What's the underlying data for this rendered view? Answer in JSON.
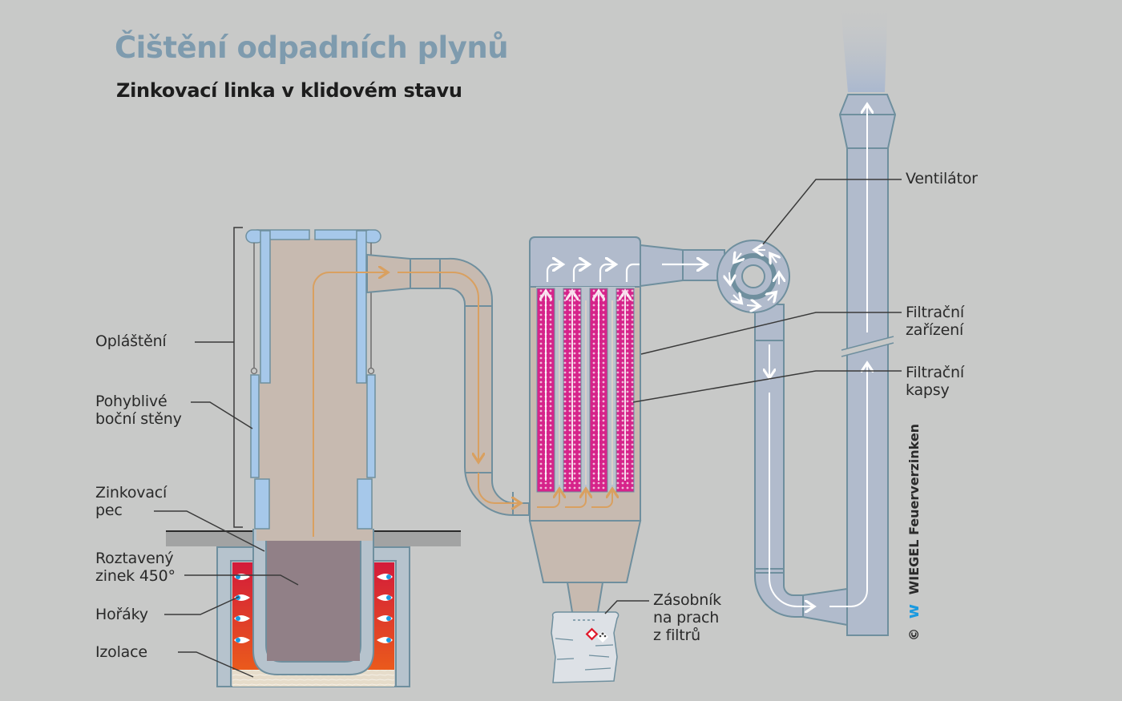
{
  "header": {
    "title": "Čištění odpadních plynů",
    "subtitle": "Zinkovací linka v klidovém stavu"
  },
  "labels": {
    "oplasteni": "Opláštění",
    "pohyblive_steny": "Pohyblivé\nboční stěny",
    "zinkovaci_pec": "Zinkovací\npec",
    "roztaveny_zinek": "Roztavený\nzinek 450°",
    "horaky": "Hořáky",
    "izolace": "Izolace",
    "zasobnik": "Zásobník\nna prach\nz filtrů",
    "ventilator": "Ventilátor",
    "filtracni_zarizeni": "Filtrační\nzařízení",
    "filtracni_kapsy": "Filtrační\nkapsy"
  },
  "copyright": {
    "symbol": "©",
    "logo": "w",
    "text": "WIEGEL Feuerverzinken"
  },
  "colors": {
    "background": "#c8c9c8",
    "title": "#7e9bae",
    "duct_fill_hot": "#c7bab0",
    "duct_fill_clean": "#b1bbcc",
    "outline": "#6f8f9e",
    "enclosure_panel": "#a6c8ea",
    "zinc": "#918087",
    "flow_hot": "#d9a060",
    "flow_clean": "#ffffff",
    "filter_bag": "#d6238a",
    "burner_top": "#d31b3a",
    "burner_bottom": "#ea5a1c",
    "logo": "#1a9ae0"
  }
}
